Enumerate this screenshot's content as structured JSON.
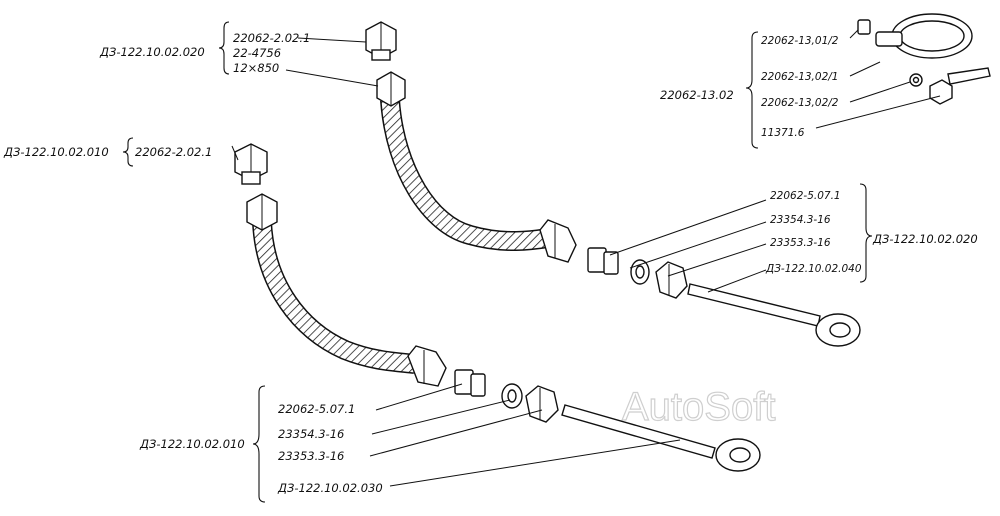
{
  "watermark": "AutoSoft",
  "groups": {
    "top_hose": {
      "assembly": "ДЗ-122.10.02.020",
      "items": [
        "22062-2.02.1",
        "22-4756",
        "12×850"
      ]
    },
    "left_hose": {
      "assembly": "ДЗ-122.10.02.010",
      "items": [
        "22062-2.02.1"
      ]
    },
    "clamp": {
      "assembly": "22062-13.02",
      "items": [
        "22062-13,01/2",
        "22062-13,02/1",
        "22062-13,02/2",
        "11371.6"
      ]
    },
    "upper_fittings": {
      "assembly": "ДЗ-122.10.02.020",
      "items": [
        "22062-5.07.1",
        "23354.3-16",
        "23353.3-16",
        "ДЗ-122.10.02.040"
      ]
    },
    "lower_fittings": {
      "assembly": "ДЗ-122.10.02.010",
      "items": [
        "22062-5.07.1",
        "23354.3-16",
        "23353.3-16",
        "ДЗ-122.10.02.030"
      ]
    }
  }
}
